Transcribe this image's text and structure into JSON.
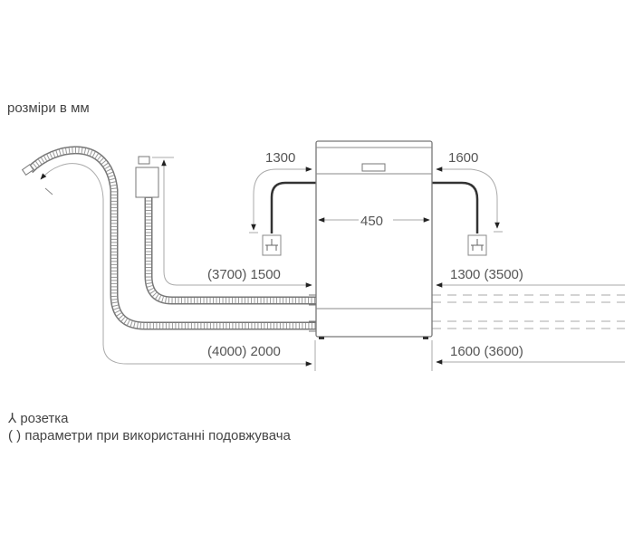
{
  "title": "розміри в мм",
  "dimensions": {
    "left_socket_cable": "1300",
    "right_socket_cable": "1600",
    "width": "450",
    "inlet_left": "(3700) 1500",
    "inlet_right": "1300 (3500)",
    "drain_left": "(4000) 2000",
    "drain_right": "1600 (3600)"
  },
  "legend": {
    "socket_symbol": "⅄",
    "socket": "розетка",
    "brackets_symbol": "( )",
    "brackets": "параметри при використанні подовжувача"
  },
  "colors": {
    "line": "#999999",
    "outline": "#777777",
    "cable": "#333333"
  }
}
